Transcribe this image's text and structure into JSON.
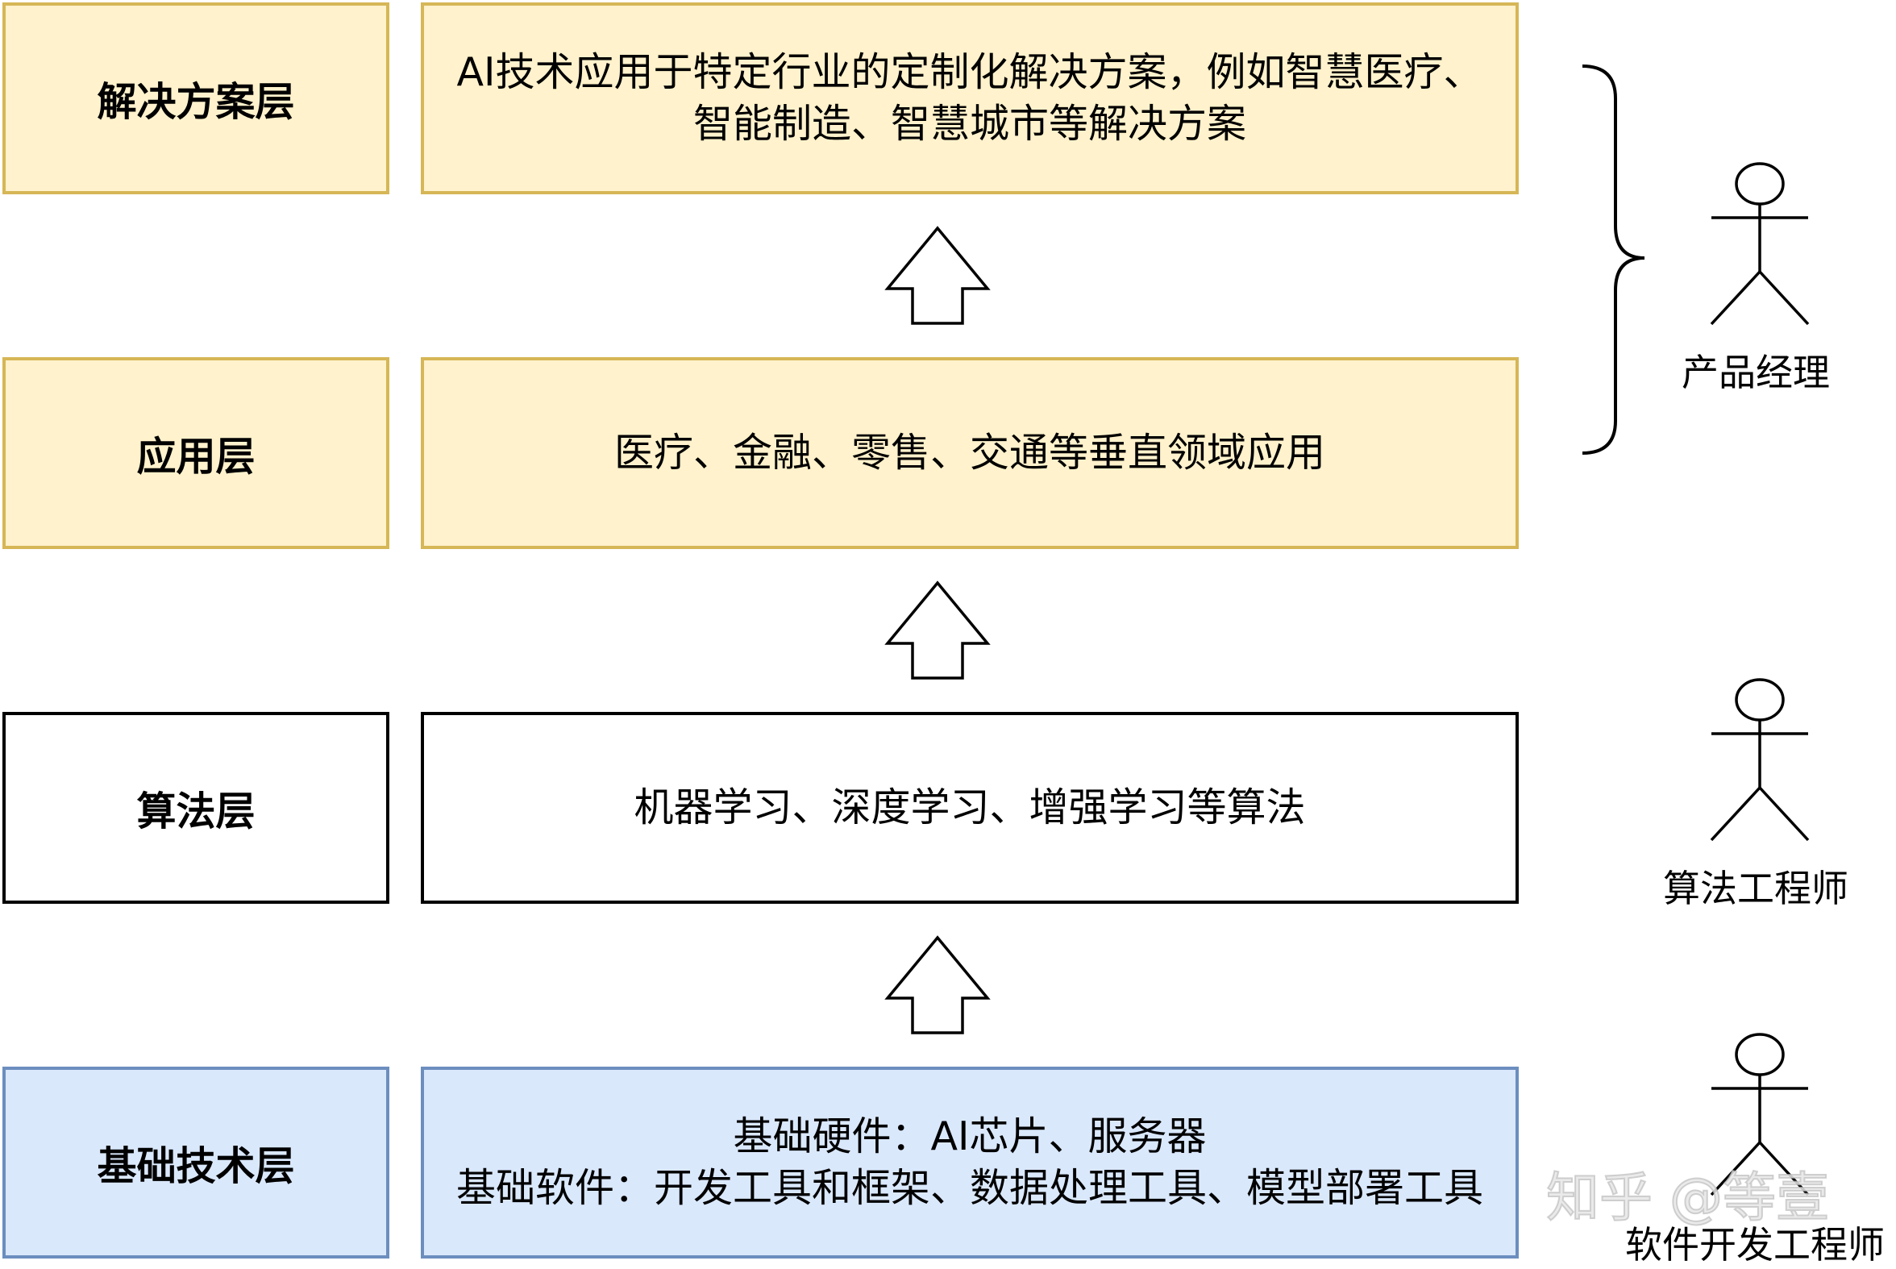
{
  "layers": [
    {
      "name": "解决方案层",
      "lines": [
        "AI技术应用于特定行业的定制化解决方案，例如智慧医疗、",
        "智能制造、智慧城市等解决方案"
      ],
      "fill": "#fff2cc",
      "stroke": "#d6b656"
    },
    {
      "name": "应用层",
      "lines": [
        "医疗、金融、零售、交通等垂直领域应用"
      ],
      "fill": "#fff2cc",
      "stroke": "#d6b656"
    },
    {
      "name": "算法层",
      "lines": [
        "机器学习、深度学习、增强学习等算法"
      ],
      "fill": "#ffffff",
      "stroke": "#000000"
    },
    {
      "name": "基础技术层",
      "lines": [
        "基础硬件：AI芯片、服务器",
        "基础软件：开发工具和框架、数据处理工具、模型部署工具"
      ],
      "fill": "#dae8fc",
      "stroke": "#6c8ebf"
    }
  ],
  "roles": [
    {
      "name": "产品经理"
    },
    {
      "name": "算法工程师"
    },
    {
      "name": "软件开发工程师"
    }
  ],
  "watermark": "知乎 @等壹",
  "icons": [
    "up-arrow-icon",
    "curly-brace-icon",
    "stick-figure-icon"
  ]
}
